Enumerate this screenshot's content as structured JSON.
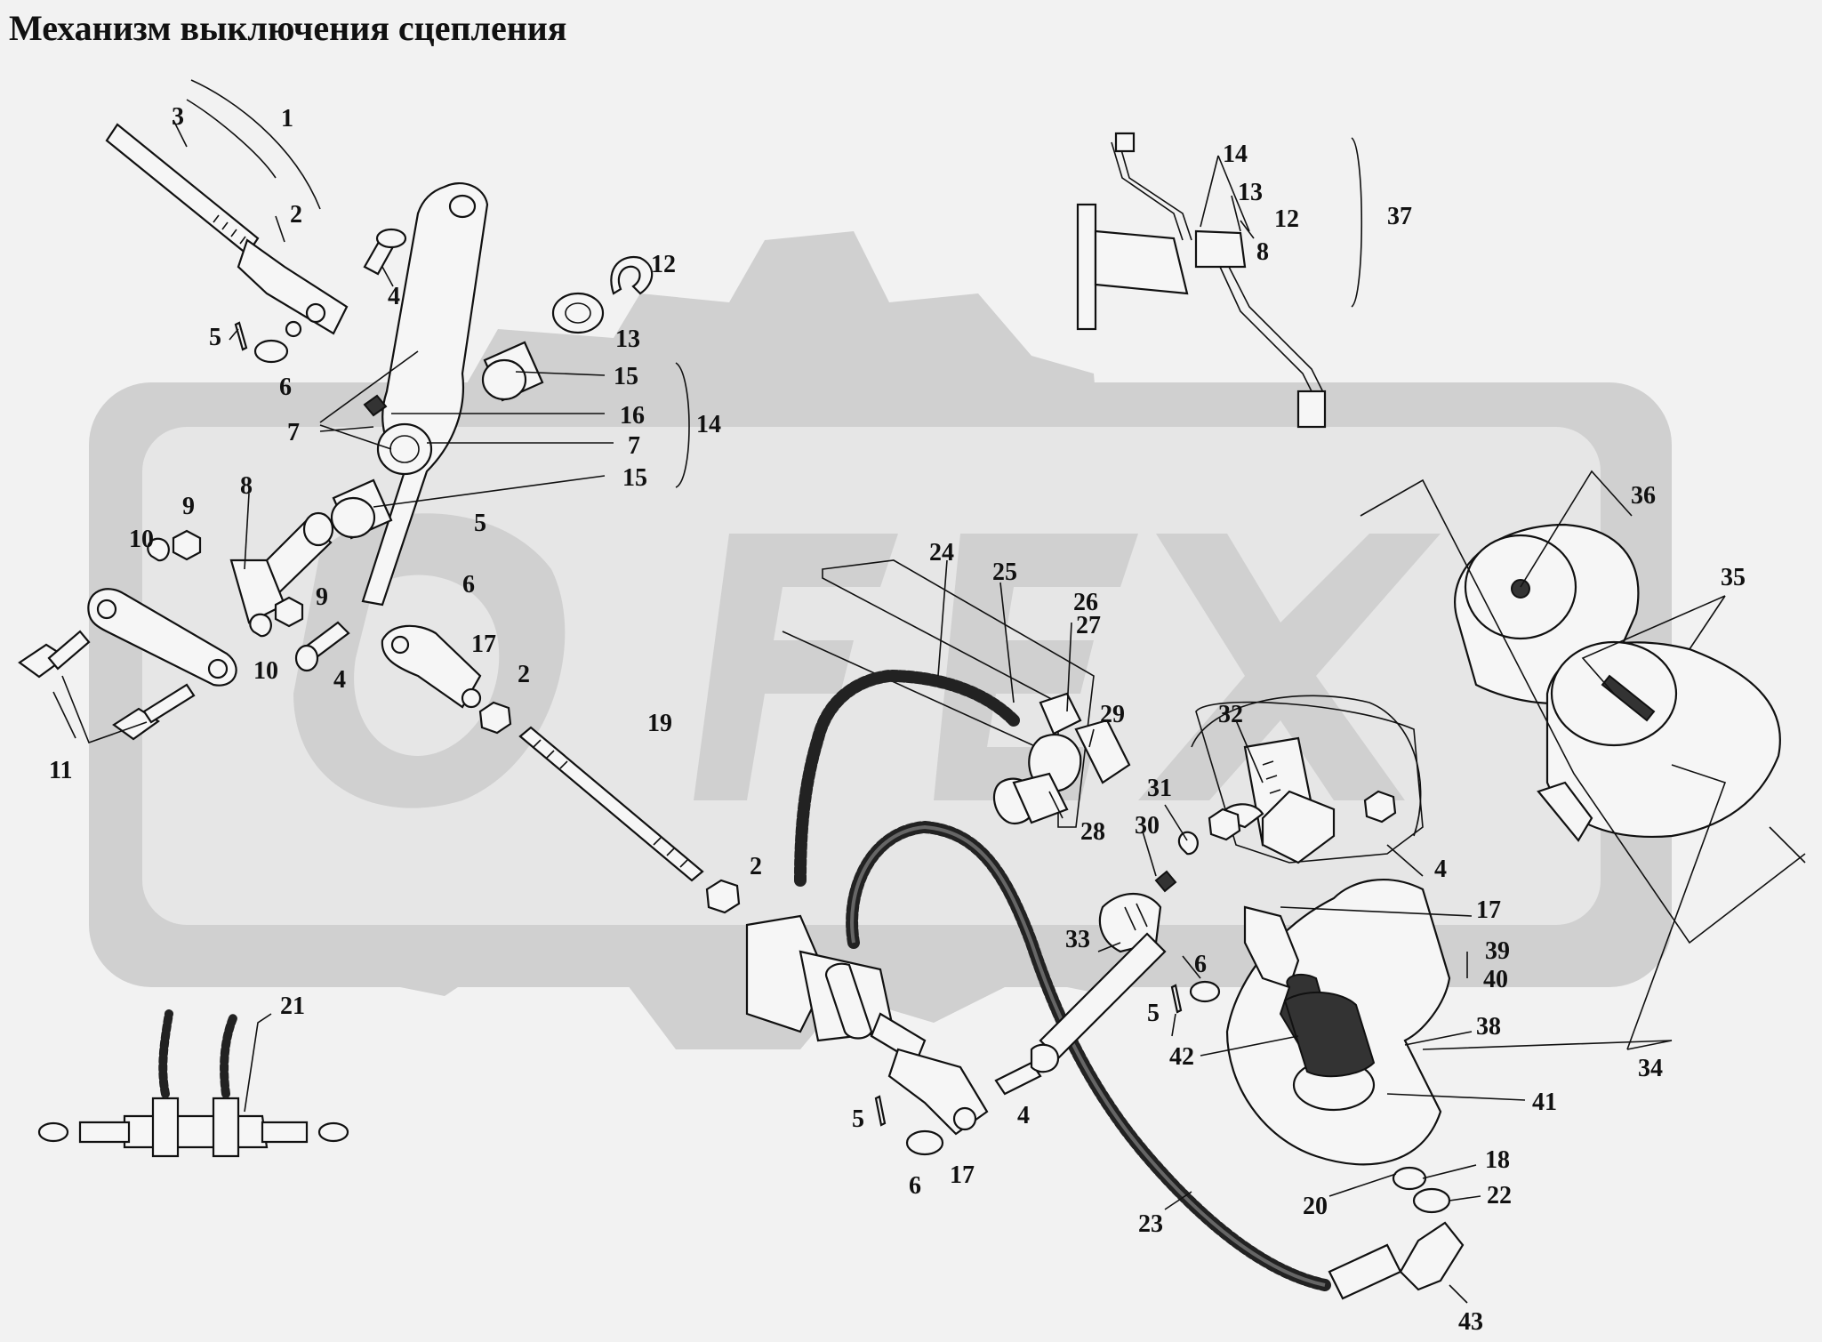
{
  "title": "Механизм выключения сцепления",
  "colors": {
    "background": "#f2f2f2",
    "ink": "#111111",
    "watermark": "#d0d0d0"
  },
  "labels": [
    {
      "id": "l1",
      "text": "1"
    },
    {
      "id": "l2a",
      "text": "2"
    },
    {
      "id": "l3",
      "text": "3"
    },
    {
      "id": "l4a",
      "text": "4"
    },
    {
      "id": "l5a",
      "text": "5"
    },
    {
      "id": "l6a",
      "text": "6"
    },
    {
      "id": "l7a",
      "text": "7"
    },
    {
      "id": "l7b",
      "text": "7"
    },
    {
      "id": "l8a",
      "text": "8"
    },
    {
      "id": "l9a",
      "text": "9"
    },
    {
      "id": "l10a",
      "text": "10"
    },
    {
      "id": "l9b",
      "text": "9"
    },
    {
      "id": "l10b",
      "text": "10"
    },
    {
      "id": "l11",
      "text": "11"
    },
    {
      "id": "l12a",
      "text": "12"
    },
    {
      "id": "l13a",
      "text": "13"
    },
    {
      "id": "l15a",
      "text": "15"
    },
    {
      "id": "l16",
      "text": "16"
    },
    {
      "id": "l14a",
      "text": "14"
    },
    {
      "id": "l15b",
      "text": "15"
    },
    {
      "id": "l5b",
      "text": "5"
    },
    {
      "id": "l6b",
      "text": "6"
    },
    {
      "id": "l4b",
      "text": "4"
    },
    {
      "id": "l17a",
      "text": "17"
    },
    {
      "id": "l2b",
      "text": "2"
    },
    {
      "id": "l19",
      "text": "19"
    },
    {
      "id": "l2c",
      "text": "2"
    },
    {
      "id": "l14b",
      "text": "14"
    },
    {
      "id": "l13b",
      "text": "13"
    },
    {
      "id": "l12b",
      "text": "12"
    },
    {
      "id": "l8b",
      "text": "8"
    },
    {
      "id": "l37",
      "text": "37"
    },
    {
      "id": "l24",
      "text": "24"
    },
    {
      "id": "l25",
      "text": "25"
    },
    {
      "id": "l26",
      "text": "26"
    },
    {
      "id": "l27",
      "text": "27"
    },
    {
      "id": "l29",
      "text": "29"
    },
    {
      "id": "l28",
      "text": "28"
    },
    {
      "id": "l36",
      "text": "36"
    },
    {
      "id": "l35",
      "text": "35"
    },
    {
      "id": "l32",
      "text": "32"
    },
    {
      "id": "l31",
      "text": "31"
    },
    {
      "id": "l30",
      "text": "30"
    },
    {
      "id": "l4c",
      "text": "4"
    },
    {
      "id": "l17b",
      "text": "17"
    },
    {
      "id": "l39",
      "text": "39"
    },
    {
      "id": "l40",
      "text": "40"
    },
    {
      "id": "l33",
      "text": "33"
    },
    {
      "id": "l6c",
      "text": "6"
    },
    {
      "id": "l5c",
      "text": "5"
    },
    {
      "id": "l38",
      "text": "38"
    },
    {
      "id": "l42",
      "text": "42"
    },
    {
      "id": "l34",
      "text": "34"
    },
    {
      "id": "l41",
      "text": "41"
    },
    {
      "id": "l21",
      "text": "21"
    },
    {
      "id": "l5d",
      "text": "5"
    },
    {
      "id": "l4d",
      "text": "4"
    },
    {
      "id": "l6d",
      "text": "6"
    },
    {
      "id": "l17c",
      "text": "17"
    },
    {
      "id": "l18",
      "text": "18"
    },
    {
      "id": "l22",
      "text": "22"
    },
    {
      "id": "l20",
      "text": "20"
    },
    {
      "id": "l23",
      "text": "23"
    },
    {
      "id": "l43",
      "text": "43"
    }
  ]
}
